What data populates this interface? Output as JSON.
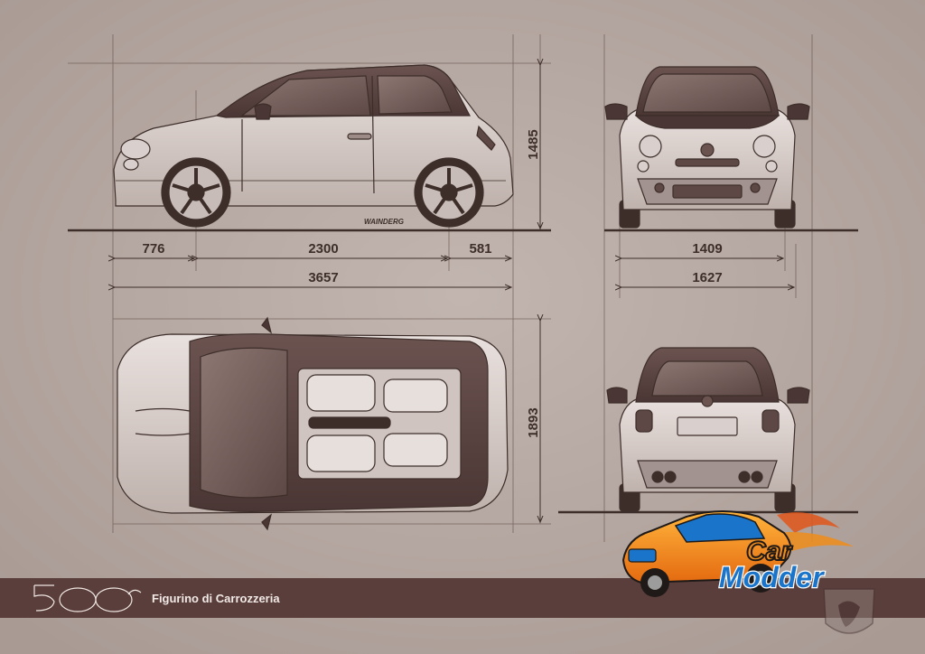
{
  "dimensions": {
    "front_overhang": "776",
    "wheelbase": "2300",
    "rear_overhang": "581",
    "length": "3657",
    "height": "1485",
    "track": "1409",
    "width": "1627",
    "width_mirrors": "1893"
  },
  "car_badge": "WAINDERG",
  "footer": {
    "caption": "Figurino di Carrozzeria"
  },
  "watermark": {
    "line1": "Car",
    "line2": "Modder"
  },
  "colors": {
    "paper": "#b7a9a3",
    "ink": "#3d2e2a",
    "footer_band": "#5a3e3b",
    "logo_orange": "#f08c1a",
    "logo_blue": "#1a74c9"
  }
}
